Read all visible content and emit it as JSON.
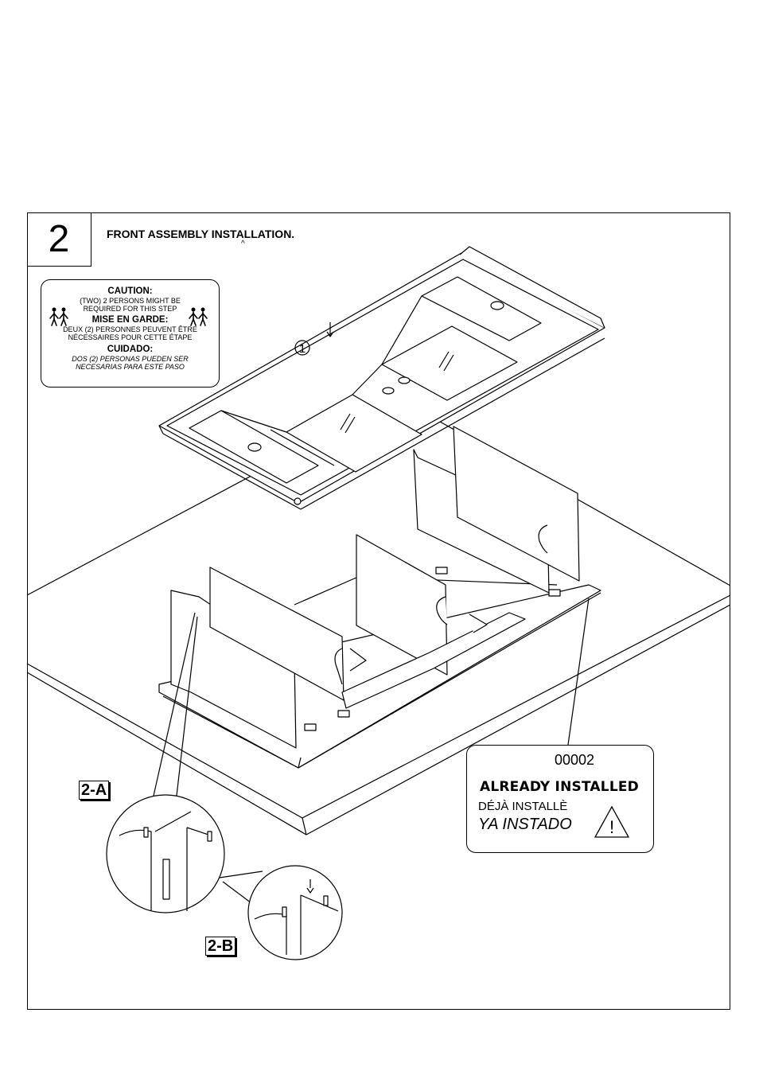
{
  "step": {
    "number": "2",
    "title": "FRONT ASSEMBLY INSTALLATION.",
    "hat": "^"
  },
  "caution": {
    "en_heading": "CAUTION:",
    "en_line1": "(TWO) 2 PERSONS MIGHT BE",
    "en_line2": "REQUIRED FOR THIS STEP",
    "fr_heading": "MISE EN GARDE:",
    "fr_line1": "DEUX (2) PERSONNES PEUVENT ÊTRE",
    "fr_line2": "NÉCESSAIRES POUR CETTE ÉTAPE",
    "es_heading": "CUIDADO:",
    "es_line1": "DOS (2) PERSONAS PUEDEN SER",
    "es_line2": "NECESARIAS PARA ESTE PASO",
    "icon": "two-persons-icon"
  },
  "callout_part": "1",
  "installed_box": {
    "part_number": "00002",
    "en": "ALREADY INSTALLED",
    "fr": "DÉJÀ INSTALLÈ",
    "es": "YA INSTADO",
    "icon": "warning-triangle-icon",
    "icon_glyph": "!"
  },
  "details": {
    "a_label": "2-A",
    "b_label": "2-B"
  }
}
